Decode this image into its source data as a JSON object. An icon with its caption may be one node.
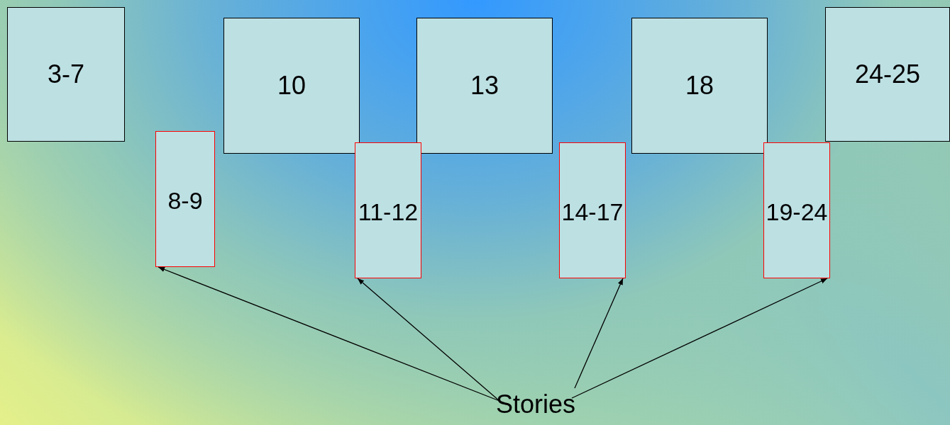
{
  "diagram": {
    "nodes": [
      {
        "text": [
          "3-7"
        ]
      },
      {
        "text": [
          "8-9"
        ]
      },
      {
        "text": [
          "10"
        ]
      },
      {
        "text": [
          "11-12"
        ]
      },
      {
        "text": [
          "13"
        ]
      },
      {
        "text": [
          "14-17"
        ]
      },
      {
        "text": [
          "18"
        ]
      },
      {
        "text": [
          "19-24"
        ]
      },
      {
        "text": [
          "24-25"
        ]
      },
      {
        "text": [
          "Stories"
        ]
      }
    ],
    "edges": [
      {
        "from": 9,
        "to": 1,
        "arrow": "to"
      },
      {
        "from": 9,
        "to": 3,
        "arrow": "to"
      },
      {
        "from": 9,
        "to": 5,
        "arrow": "to"
      },
      {
        "from": 9,
        "to": 7,
        "arrow": "to"
      }
    ]
  }
}
